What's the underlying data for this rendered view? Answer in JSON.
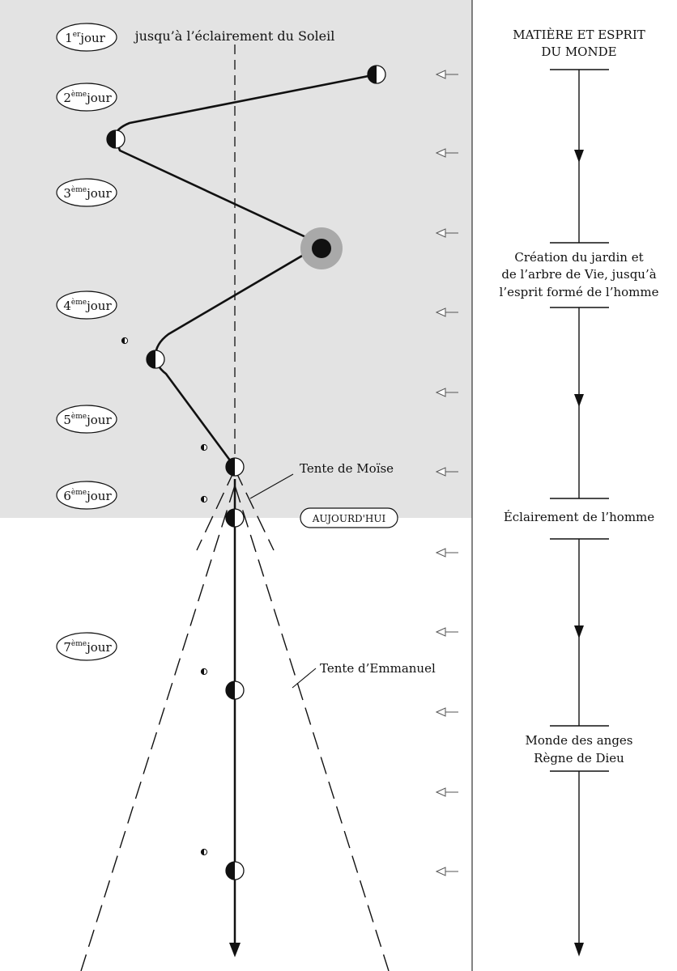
{
  "days": [
    {
      "num": "1",
      "sup": "er",
      "word": "jour"
    },
    {
      "num": "2",
      "sup": "ème",
      "word": "jour"
    },
    {
      "num": "3",
      "sup": "ème",
      "word": "jour"
    },
    {
      "num": "4",
      "sup": "ème",
      "word": "jour"
    },
    {
      "num": "5",
      "sup": "ème",
      "word": "jour"
    },
    {
      "num": "6",
      "sup": "ème",
      "word": "jour"
    },
    {
      "num": "7",
      "sup": "ème",
      "word": "jour"
    }
  ],
  "center_label": "jusqu’à l’éclairement du Soleil",
  "tent_moses": "Tente de Moïse",
  "today_label": "AUJOURD'HUI",
  "tent_emmanuel": "Tente d’Emmanuel",
  "side": {
    "title_line1": "MATIÈRE ET ESPRIT",
    "title_line2": "DU MONDE",
    "stage1_line1": "Création du jardin et",
    "stage1_line2": "de l’arbre de Vie, jusqu’à",
    "stage1_line3": "l’esprit formé de l’homme",
    "stage2": "Éclairement de l’homme",
    "stage3_line1": "Monde des anges",
    "stage3_line2": "Règne de Dieu"
  },
  "colors": {
    "shaded_bg": "#e3e3e3",
    "line": "#111111",
    "halo": "#a9a9a9",
    "arrow_gray": "#555555"
  }
}
